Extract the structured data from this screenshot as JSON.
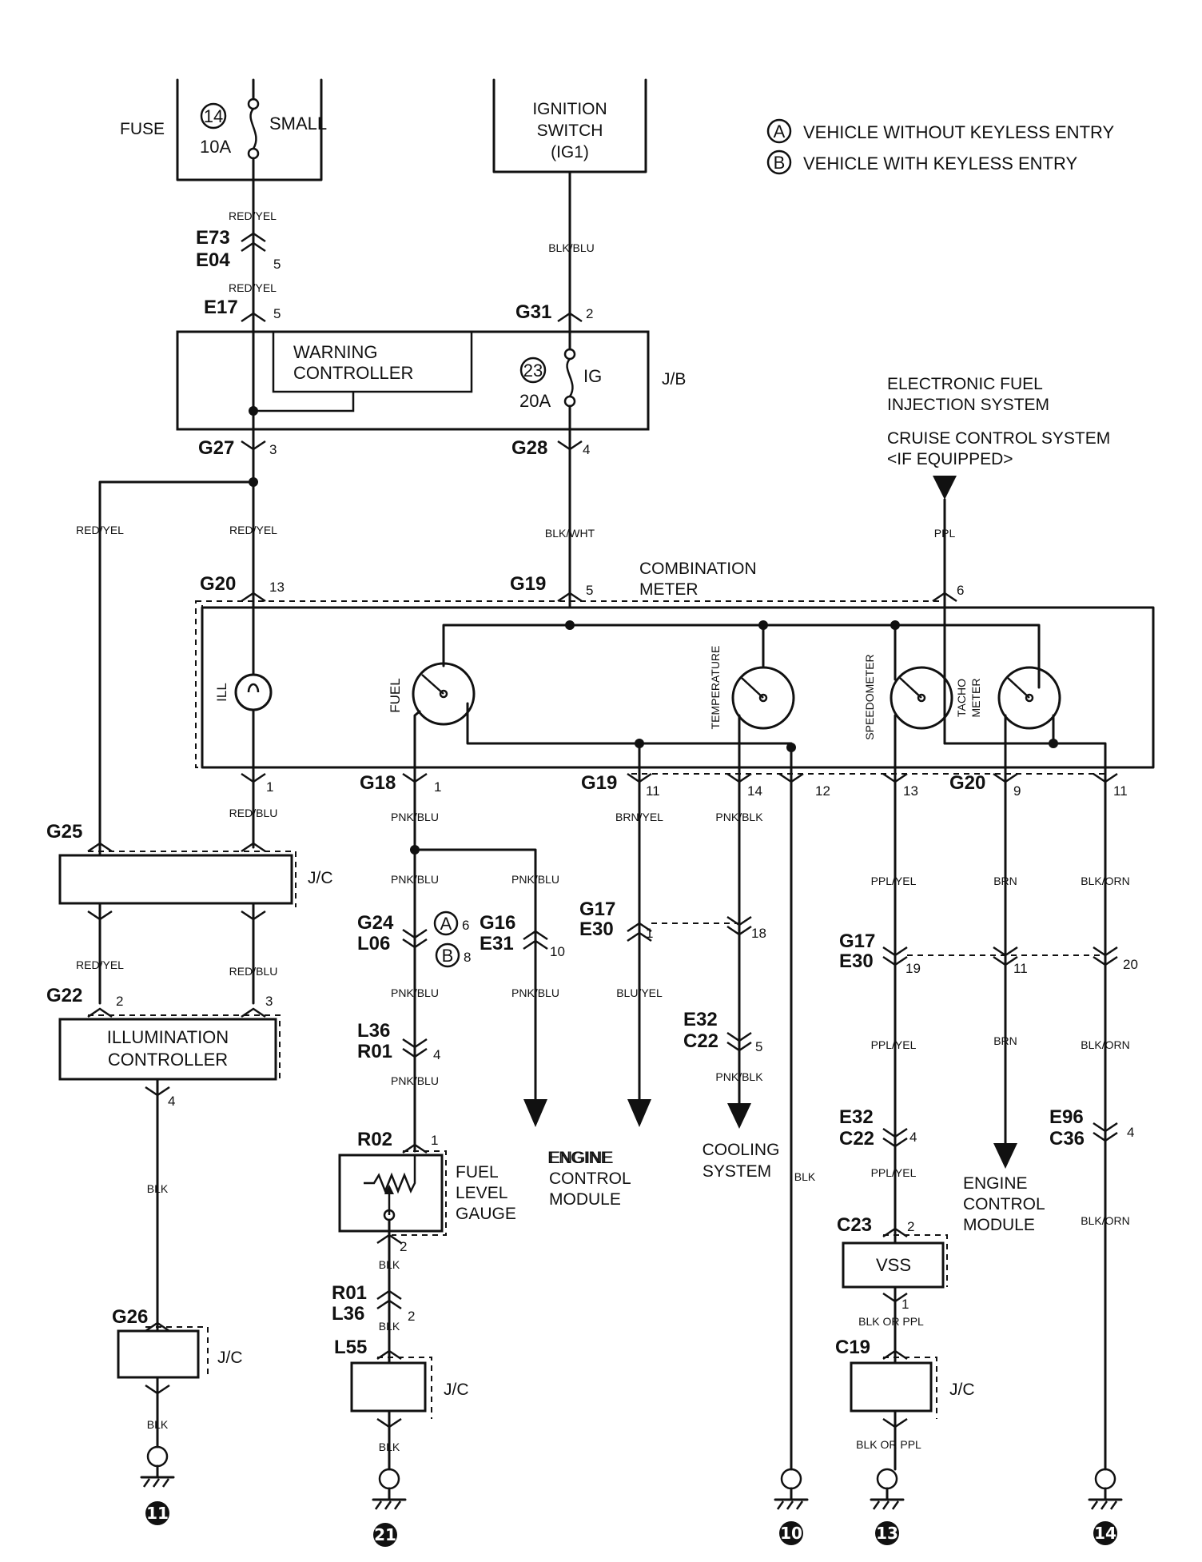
{
  "legend": {
    "a_letter": "A",
    "a_text": "VEHICLE WITHOUT KEYLESS ENTRY",
    "b_letter": "B",
    "b_text": "VEHICLE WITH KEYLESS ENTRY"
  },
  "fuse": {
    "label": "FUSE",
    "number": "14",
    "rating": "10A",
    "name": "SMALL"
  },
  "ignition": {
    "line1": "IGNITION",
    "line2": "SWITCH",
    "line3": "(IG1)"
  },
  "jb": {
    "label": "J/B",
    "warning_line1": "WARNING",
    "warning_line2": "CONTROLLER",
    "fuse_number": "23",
    "fuse_rating": "20A",
    "fuse_name": "IG"
  },
  "external": {
    "efi": "ELECTRONIC FUEL",
    "efi2": "INJECTION SYSTEM",
    "cruise": "CRUISE CONTROL SYSTEM",
    "cruise2": "<IF EQUIPPED>"
  },
  "meter": {
    "title1": "COMBINATION",
    "title2": "METER",
    "ill": "ILL",
    "fuel": "FUEL",
    "temperature": "TEMPERATURE",
    "speedometer": "SPEEDOMETER",
    "tacho1": "TACHO",
    "tacho2": "METER"
  },
  "connectors": {
    "e73": "E73",
    "e04": "E04",
    "e17": "E17",
    "g31": "G31",
    "g27": "G27",
    "g28": "G28",
    "g20": "G20",
    "g19": "G19",
    "g18": "G18",
    "g19b": "G19",
    "g20b": "G20",
    "g25": "G25",
    "g22": "G22",
    "g24": "G24",
    "l06": "L06",
    "g16": "G16",
    "e31": "E31",
    "g17": "G17",
    "e30": "E30",
    "g17b": "G17",
    "e30b": "E30",
    "l36": "L36",
    "r01": "R01",
    "e32": "E32",
    "c22": "C22",
    "e32b": "E32",
    "c22b": "C22",
    "e96": "E96",
    "c36": "C36",
    "r02": "R02",
    "r01b": "R01",
    "l36b": "L36",
    "l55": "L55",
    "c23": "C23",
    "c19": "C19",
    "g26": "G26"
  },
  "pins": {
    "e73": "5",
    "e17": "5",
    "g31": "2",
    "g27": "3",
    "g28": "4",
    "g20": "13",
    "g19": "5",
    "g19_ppl": "6",
    "ill_out": "1",
    "g18": "1",
    "g19_11": "11",
    "g19_14": "14",
    "g19_12": "12",
    "g19_13": "13",
    "g20_9": "9",
    "g20_11": "11",
    "g22_2": "2",
    "g22_3": "3",
    "illum_out": "4",
    "g24_a": "6",
    "g24_b": "8",
    "g16": "10",
    "g17_1": "1",
    "g17_18": "18",
    "g17_19": "19",
    "g17_11": "11",
    "g17_20": "20",
    "l36": "4",
    "e32": "5",
    "e32b": "4",
    "e96": "4",
    "r02_1": "1",
    "r02_2": "2",
    "r01": "2",
    "c23_2": "2",
    "c23_1": "1"
  },
  "wires": {
    "red_yel": "RED/YEL",
    "blk_blu": "BLK/BLU",
    "blk_wht": "BLK/WHT",
    "ppl": "PPL",
    "red_blu": "RED/BLU",
    "pnk_blu": "PNK/BLU",
    "brn_yel": "BRN/YEL",
    "pnk_blk": "PNK/BLK",
    "blu_yel": "BLU/YEL",
    "ppl_yel": "PPL/YEL",
    "brn": "BRN",
    "blk_orn": "BLK/ORN",
    "blk": "BLK",
    "blk_or_ppl": "BLK OR PPL"
  },
  "components": {
    "jc": "J/C",
    "illum1": "ILLUMINATION",
    "illum2": "CONTROLLER",
    "fuel_gauge1": "FUEL",
    "fuel_gauge2": "LEVEL",
    "fuel_gauge3": "GAUGE",
    "vss": "VSS",
    "ecm1": "ENGINE",
    "ecm2": "CONTROL",
    "ecm3": "MODULE",
    "cool1": "COOLING",
    "cool2": "SYSTEM"
  },
  "grounds": {
    "g11": "11",
    "g21": "21",
    "g10": "10",
    "g13": "13",
    "g14": "14"
  }
}
